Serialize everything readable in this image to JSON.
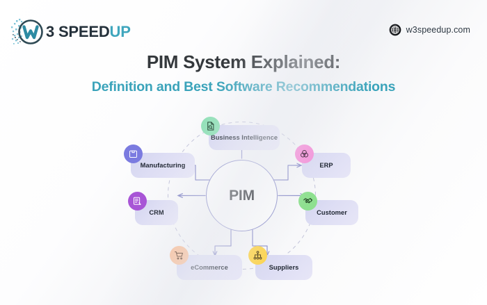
{
  "brand": {
    "logo_icon": "w3speedup-w-circle-logo",
    "word_dark": "3 SPEED",
    "word_accent": "UP",
    "accent_color": "#3fa6bd",
    "dark_color": "#24303a"
  },
  "site_badge": {
    "icon": "globe-icon",
    "url": "w3speedup.com"
  },
  "heading": {
    "title": "PIM System Explained:",
    "subtitle": "Definition and Best Software Recommendations",
    "title_color": "#34383c",
    "subtitle_color": "#3aa3ba"
  },
  "diagram": {
    "type": "hub-and-spoke",
    "hub": {
      "label": "PIM",
      "border_color": "#8b8ec9"
    },
    "ring": {
      "style": "dashed",
      "color": "#b9bad4"
    },
    "pill_gradient": [
      "#d4d5f0",
      "#e7e6f7"
    ],
    "nodes": [
      {
        "label": "Business Intelligence",
        "icon": "document-search-icon",
        "bubble_color": "#8fe0b6",
        "position": "top"
      },
      {
        "label": "ERP",
        "icon": "venn-diagram-icon",
        "bubble_color": "#f48fd8",
        "position": "top-right"
      },
      {
        "label": "Customer",
        "icon": "handshake-icon",
        "bubble_color": "#8ee08f",
        "position": "bottom-right"
      },
      {
        "label": "Suppliers",
        "icon": "org-chart-icon",
        "bubble_color": "#fcd34a",
        "position": "bottom"
      },
      {
        "label": "eCommerce",
        "icon": "shopping-cart-icon",
        "bubble_color": "#f9bc95",
        "position": "bottom-left"
      },
      {
        "label": "CRM",
        "icon": "document-edit-icon",
        "bubble_color": "#a855d6",
        "position": "left-lower"
      },
      {
        "label": "Manufacturing",
        "icon": "box-package-icon",
        "bubble_color": "#7b7be0",
        "position": "top-left"
      }
    ]
  }
}
